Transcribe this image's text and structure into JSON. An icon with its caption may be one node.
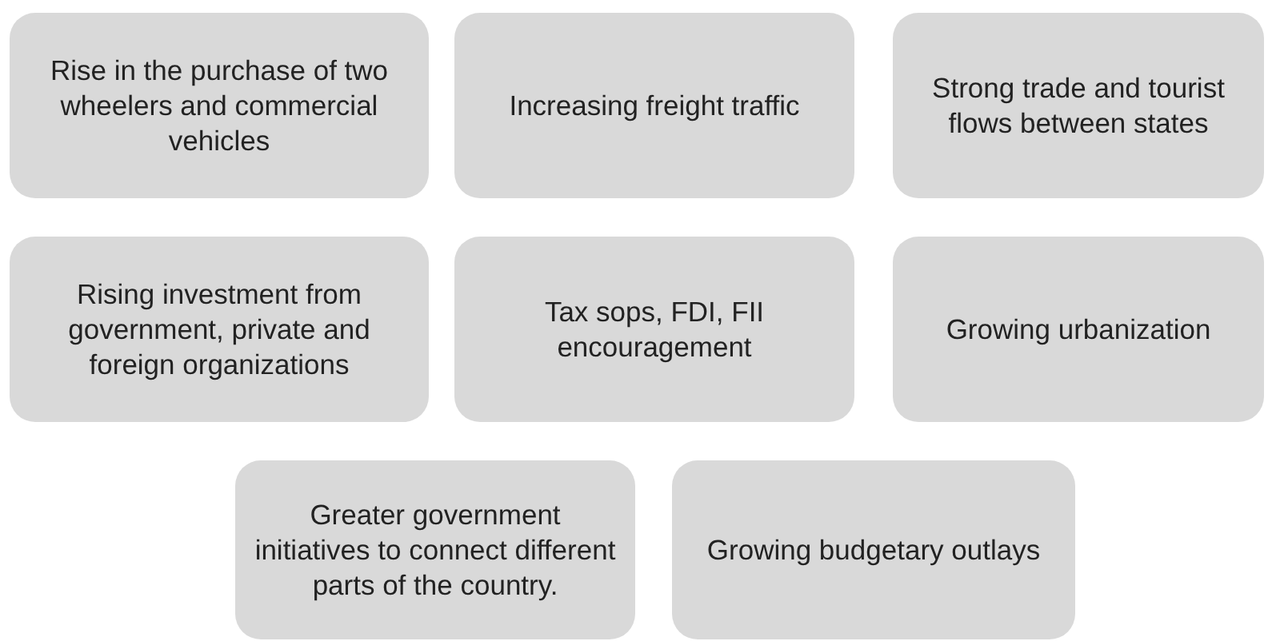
{
  "diagram": {
    "nodes": [
      {
        "text": [
          "Rise in the purchase of two wheelers and commercial vehicles"
        ]
      },
      {
        "text": [
          "Increasing freight traffic"
        ]
      },
      {
        "text": [
          "Strong trade and tourist flows between states"
        ]
      },
      {
        "text": [
          "Rising investment from government, private and foreign organizations"
        ]
      },
      {
        "text": [
          "Tax sops, FDI, FII encouragement"
        ]
      },
      {
        "text": [
          "Growing urbanization"
        ]
      },
      {
        "text": [
          "Greater government initiatives to connect different parts of the country."
        ]
      },
      {
        "text": [
          "Growing budgetary outlays"
        ]
      }
    ]
  }
}
